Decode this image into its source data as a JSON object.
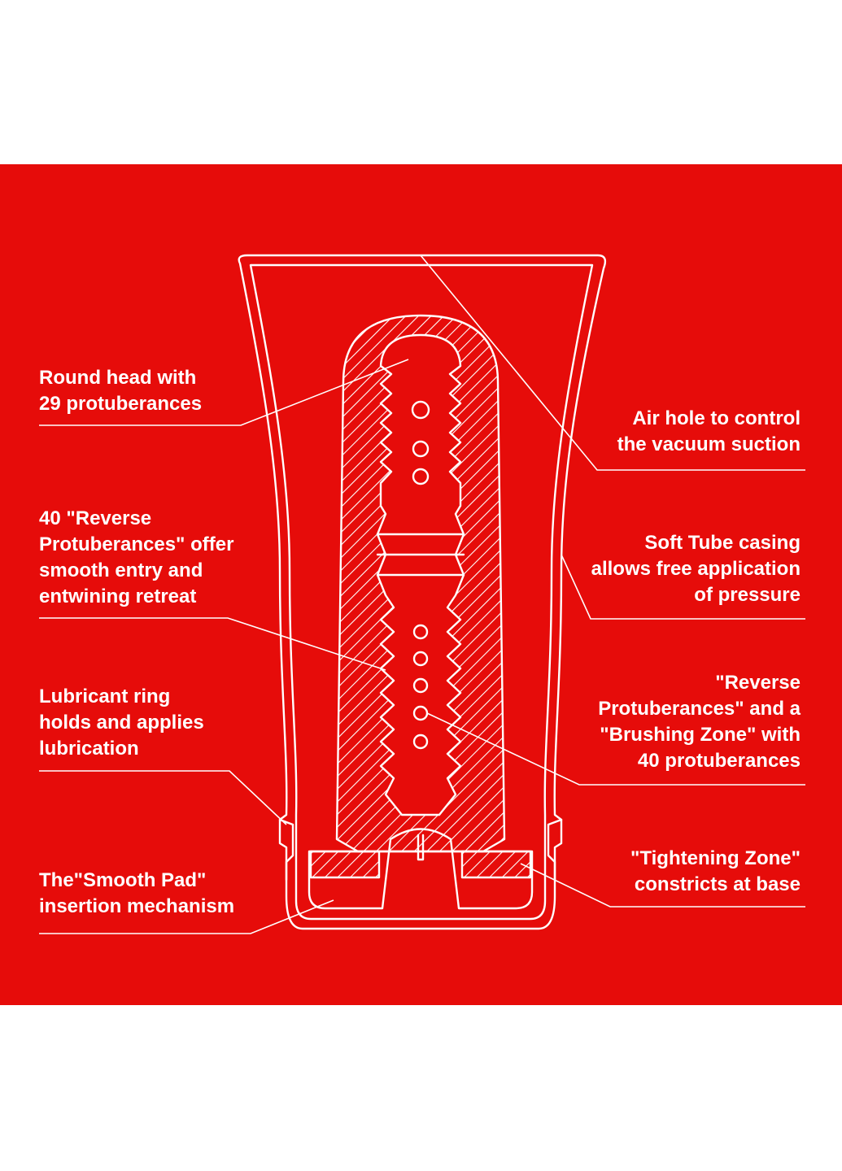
{
  "colors": {
    "panel_background": "#e60c0a",
    "outline": "#ffffff",
    "page_background": "#ffffff"
  },
  "callouts": {
    "round_head": {
      "lines": [
        "Round head with",
        "29 protuberances"
      ]
    },
    "reverse_protuberances_entry": {
      "lines": [
        "40 \"Reverse",
        "Protuberances\" offer",
        "smooth entry and",
        "entwining retreat"
      ]
    },
    "lubricant_ring": {
      "lines": [
        "Lubricant ring",
        "holds and applies",
        "lubrication"
      ]
    },
    "smooth_pad": {
      "lines": [
        "The\"Smooth Pad\"",
        "insertion mechanism"
      ]
    },
    "air_hole": {
      "lines": [
        "Air hole to control",
        "the vacuum suction"
      ]
    },
    "soft_tube": {
      "lines": [
        "Soft Tube casing",
        "allows free application",
        "of pressure"
      ]
    },
    "brushing_zone": {
      "lines": [
        "\"Reverse",
        "Protuberances\" and a",
        "\"Brushing Zone\" with",
        "40 protuberances"
      ]
    },
    "tightening_zone": {
      "lines": [
        "\"Tightening Zone\"",
        "constricts at base"
      ]
    }
  }
}
